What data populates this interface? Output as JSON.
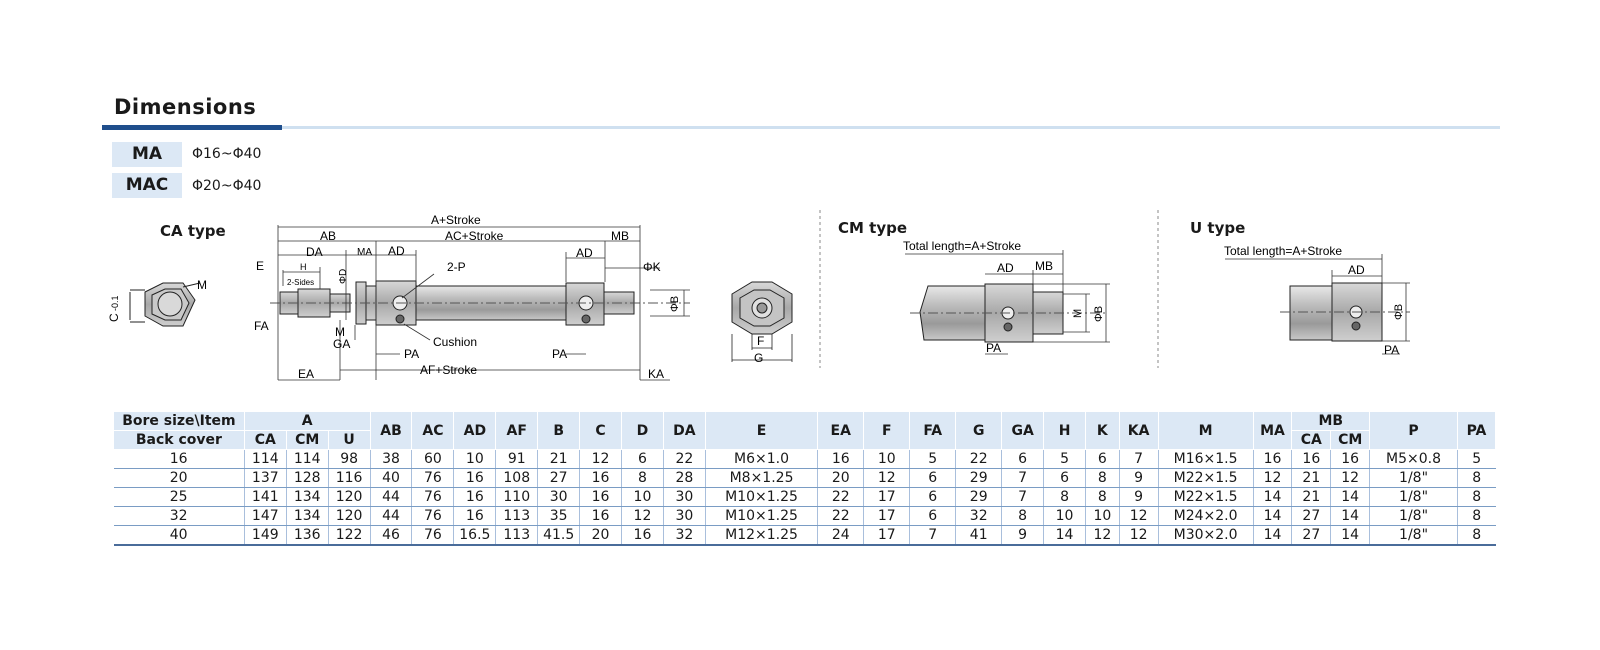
{
  "title": "Dimensions",
  "models": [
    {
      "name": "MA",
      "range": "Φ16~Φ40"
    },
    {
      "name": "MAC",
      "range": "Φ20~Φ40"
    }
  ],
  "types": {
    "ca": "CA type",
    "cm": "CM type",
    "u": "U type"
  },
  "labels": {
    "a_stroke": "A+Stroke",
    "ab": "AB",
    "ac_stroke": "AC+Stroke",
    "mb": "MB",
    "da": "DA",
    "ma": "MA",
    "ad": "AD",
    "e": "E",
    "h": "H",
    "two_sides": "2-Sides",
    "phi_d": "ΦD",
    "two_p": "2-P",
    "phi_k": "ΦK",
    "phi_b": "ΦB",
    "m": "M",
    "c": "C",
    "c_tol": "-0.1",
    "fa": "FA",
    "ga": "GA",
    "pa": "PA",
    "cushion": "Cushion",
    "ea": "EA",
    "af_stroke": "AF+Stroke",
    "ka": "KA",
    "f": "F",
    "g": "G",
    "total_length": "Total length=A+Stroke"
  },
  "table": {
    "header_row1": {
      "bore_item": "Bore size\\Item",
      "a": "A",
      "mb": "MB",
      "cols": [
        "AB",
        "AC",
        "AD",
        "AF",
        "B",
        "C",
        "D",
        "DA",
        "E",
        "EA",
        "F",
        "FA",
        "G",
        "GA",
        "H",
        "K",
        "KA",
        "M",
        "MA",
        "P",
        "PA"
      ]
    },
    "header_row2": {
      "back_cover": "Back cover",
      "a_sub": [
        "CA",
        "CM",
        "U"
      ],
      "mb_sub": [
        "CA",
        "CM"
      ]
    },
    "rows": [
      [
        "16",
        "114",
        "114",
        "98",
        "38",
        "60",
        "10",
        "91",
        "21",
        "12",
        "6",
        "22",
        "M6×1.0",
        "16",
        "10",
        "5",
        "22",
        "6",
        "5",
        "6",
        "7",
        "M16×1.5",
        "16",
        "16",
        "16",
        "M5×0.8",
        "5"
      ],
      [
        "20",
        "137",
        "128",
        "116",
        "40",
        "76",
        "16",
        "108",
        "27",
        "16",
        "8",
        "28",
        "M8×1.25",
        "20",
        "12",
        "6",
        "29",
        "7",
        "6",
        "8",
        "9",
        "M22×1.5",
        "12",
        "21",
        "12",
        "1/8\"",
        "8"
      ],
      [
        "25",
        "141",
        "134",
        "120",
        "44",
        "76",
        "16",
        "110",
        "30",
        "16",
        "10",
        "30",
        "M10×1.25",
        "22",
        "17",
        "6",
        "29",
        "7",
        "8",
        "8",
        "9",
        "M22×1.5",
        "14",
        "21",
        "14",
        "1/8\"",
        "8"
      ],
      [
        "32",
        "147",
        "134",
        "120",
        "44",
        "76",
        "16",
        "113",
        "35",
        "16",
        "12",
        "30",
        "M10×1.25",
        "22",
        "17",
        "6",
        "32",
        "8",
        "10",
        "10",
        "12",
        "M24×2.0",
        "14",
        "27",
        "14",
        "1/8\"",
        "8"
      ],
      [
        "40",
        "149",
        "136",
        "122",
        "46",
        "76",
        "16.5",
        "113",
        "41.5",
        "20",
        "16",
        "32",
        "M12×1.25",
        "24",
        "17",
        "7",
        "41",
        "9",
        "14",
        "12",
        "12",
        "M30×2.0",
        "14",
        "27",
        "14",
        "1/8\"",
        "8"
      ]
    ]
  },
  "colors": {
    "header_bg": "#dce8f5",
    "title_rule": "#1f4e8c",
    "row_rule": "#7a9cc4"
  }
}
